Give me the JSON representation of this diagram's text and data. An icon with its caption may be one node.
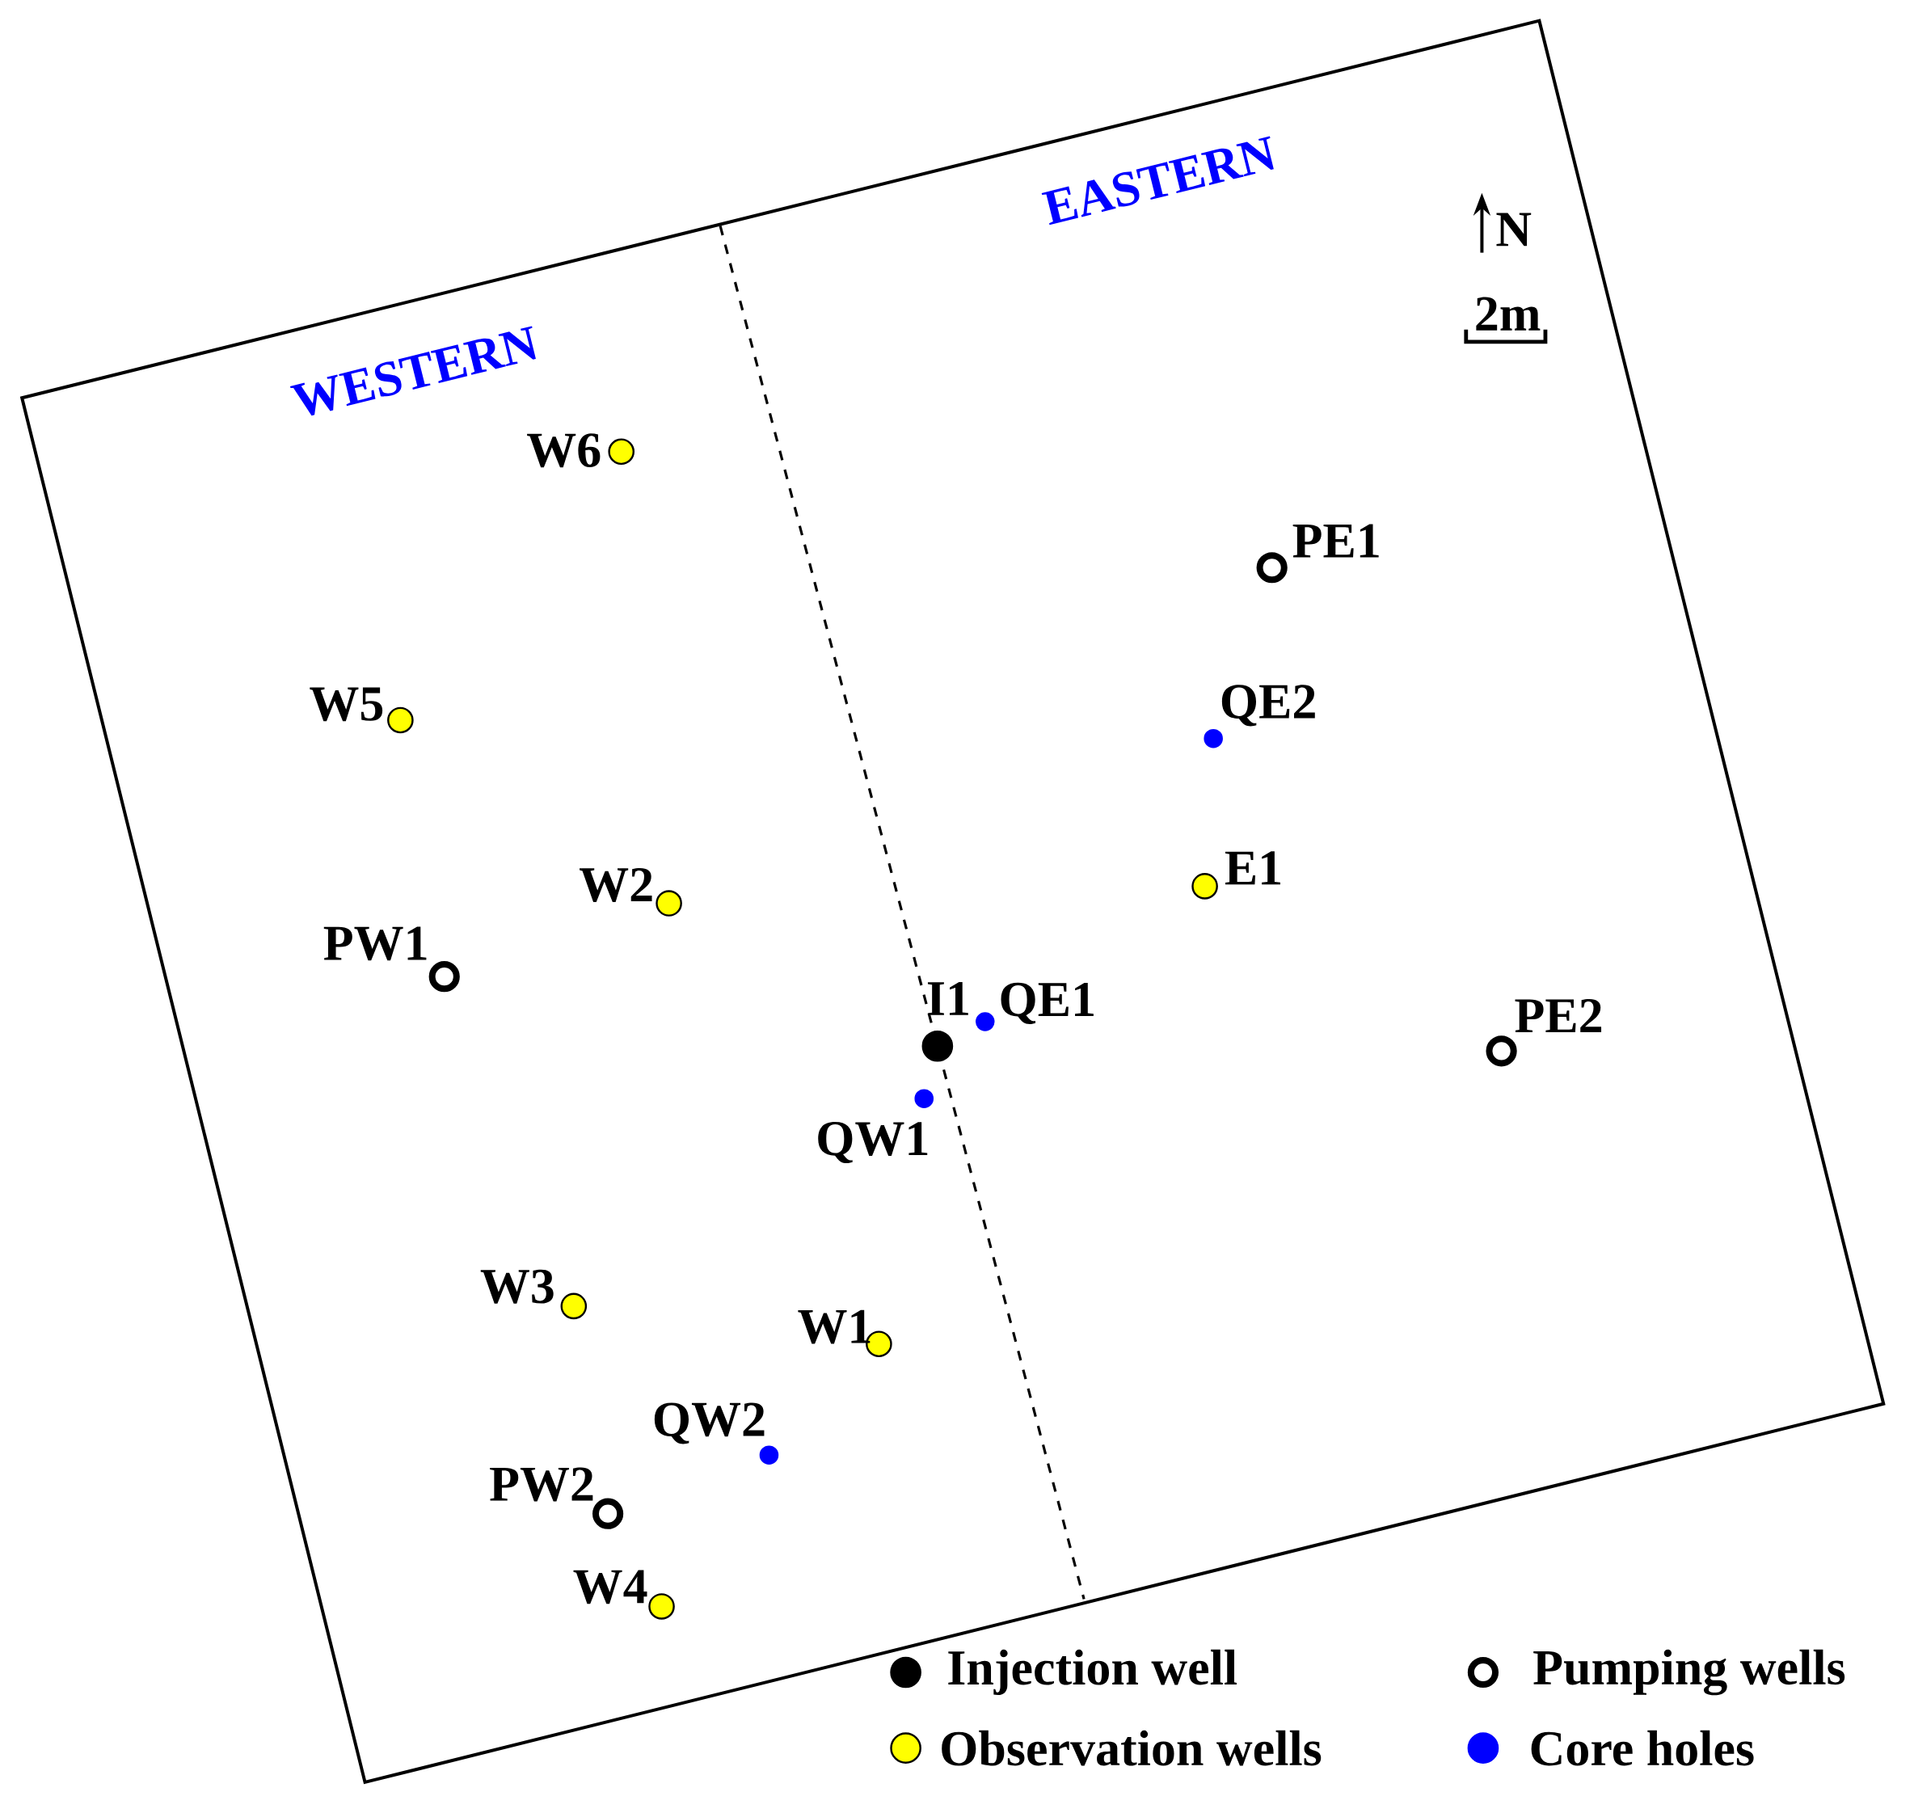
{
  "diagram": {
    "nodes": [
      {
        "text": [
          "W6"
        ]
      },
      {
        "text": [
          "W5"
        ]
      },
      {
        "text": [
          "W2"
        ]
      },
      {
        "text": [
          "PW1"
        ]
      },
      {
        "text": [
          "I1"
        ]
      },
      {
        "text": [
          "QE1"
        ]
      },
      {
        "text": [
          "QW1"
        ]
      },
      {
        "text": [
          "PE1"
        ]
      },
      {
        "text": [
          "QE2"
        ]
      },
      {
        "text": [
          "E1"
        ]
      },
      {
        "text": [
          "PE2"
        ]
      },
      {
        "text": [
          "W3"
        ]
      },
      {
        "text": [
          "W1"
        ]
      },
      {
        "text": [
          "QW2"
        ]
      },
      {
        "text": [
          "PW2"
        ]
      },
      {
        "text": [
          "W4"
        ]
      }
    ],
    "labels": [
      "WESTERN",
      "EASTERN",
      "N",
      "2m"
    ],
    "legend": [
      {
        "text": "Injection well",
        "color": "#000000"
      },
      {
        "text": "Pumping wells"
      },
      {
        "text": "Observation wells",
        "color": "#ffff00"
      },
      {
        "text": "Core holes",
        "color": "#0000ff"
      }
    ]
  }
}
